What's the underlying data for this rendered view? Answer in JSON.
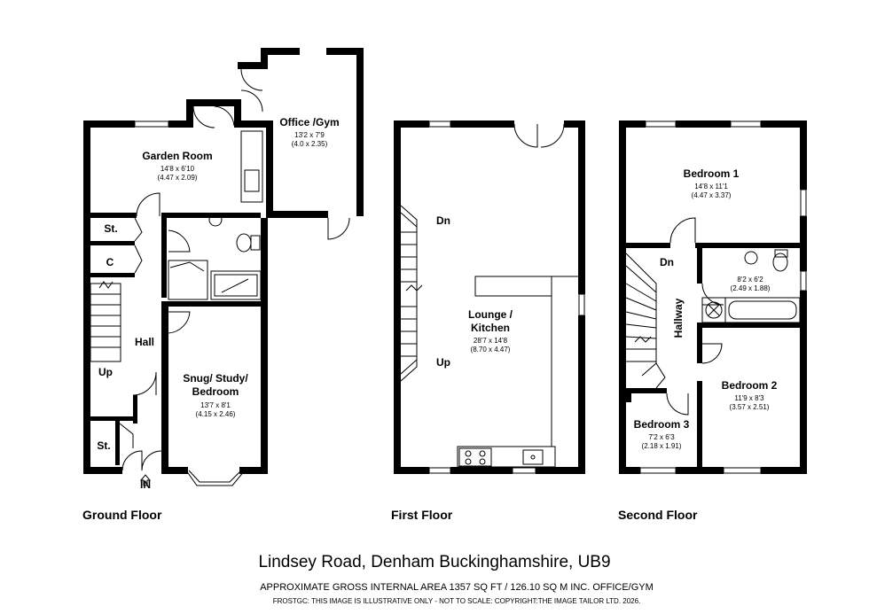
{
  "floors": {
    "ground": "Ground Floor",
    "first": "First Floor",
    "second": "Second Floor"
  },
  "rooms": {
    "garden_room": {
      "name": "Garden Room",
      "imperial": "14'8 x 6'10",
      "metric": "(4.47 x 2.09)"
    },
    "office_gym": {
      "name": "Office /Gym",
      "imperial": "13'2 x 7'9",
      "metric": "(4.0 x 2.35)"
    },
    "snug": {
      "name_line1": "Snug/ Study/",
      "name_line2": "Bedroom",
      "imperial": "13'7 x 8'1",
      "metric": "(4.15 x 2.46)"
    },
    "hall": {
      "name": "Hall"
    },
    "store1": {
      "name": "St."
    },
    "store2": {
      "name": "St."
    },
    "cupboard": {
      "name": "C"
    },
    "lounge": {
      "name_line1": "Lounge /",
      "name_line2": "Kitchen",
      "imperial": "28'7 x 14'8",
      "metric": "(8.70 x 4.47)"
    },
    "bedroom1": {
      "name": "Bedroom 1",
      "imperial": "14'8 x 11'1",
      "metric": "(4.47 x 3.37)"
    },
    "bedroom2": {
      "name": "Bedroom 2",
      "imperial": "11'9 x 8'3",
      "metric": "(3.57 x 2.51)"
    },
    "bedroom3": {
      "name": "Bedroom 3",
      "imperial": "7'2 x 6'3",
      "metric": "(2.18 x 1.91)"
    },
    "bathroom": {
      "imperial": "8'2 x 6'2",
      "metric": "(2.49 x 1.88)"
    },
    "hallway": {
      "name": "Hallway"
    }
  },
  "stairs": {
    "ground_up": "Up",
    "first_dn": "Dn",
    "first_up": "Up",
    "second_dn": "Dn"
  },
  "entrance": "IN",
  "address": "Lindsey Road, Denham Buckinghamshire, UB9",
  "gross_area": "APPROXIMATE GROSS INTERNAL AREA 1357 SQ FT / 126.10 SQ M INC. OFFICE/GYM",
  "disclaimer": "FROSTGC: THIS IMAGE IS ILLUSTRATIVE ONLY - NOT TO SCALE: COPYRIGHT:THE IMAGE TAILOR LTD. 2026."
}
